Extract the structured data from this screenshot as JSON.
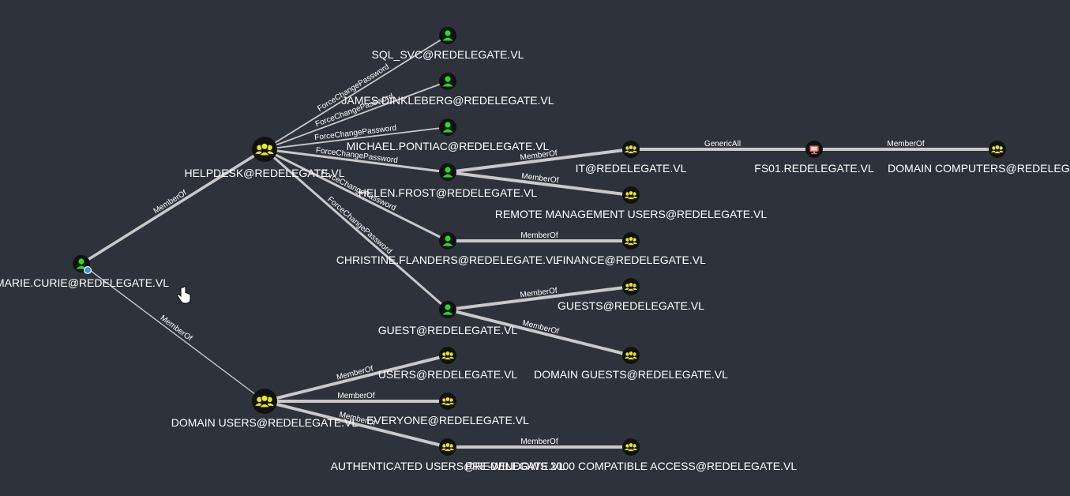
{
  "colors": {
    "background": "#2e333b",
    "user_icon": "#22e01c",
    "group_icon": "#e7ea1a",
    "computer_icon": "#e86e6e",
    "edge": "#c9c9c9",
    "label": "#ffffff",
    "owned_badge": "#3a8fe0"
  },
  "nodes": [
    {
      "id": "marie",
      "type": "user",
      "label": "MARIE.CURIE@REDELEGATE.VL",
      "owned": true,
      "icon": "user-icon"
    },
    {
      "id": "helpdesk",
      "type": "group",
      "label": "HELPDESK@REDELEGATE.VL",
      "icon": "group-icon"
    },
    {
      "id": "domainusers",
      "type": "group",
      "label": "DOMAIN USERS@REDELEGATE.VL",
      "icon": "group-icon"
    },
    {
      "id": "sqlsvc",
      "type": "user",
      "label": "SQL_SVC@REDELEGATE.VL",
      "icon": "user-icon"
    },
    {
      "id": "james",
      "type": "user",
      "label": "JAMES.DINKLEBERG@REDELEGATE.VL",
      "icon": "user-icon"
    },
    {
      "id": "michael",
      "type": "user",
      "label": "MICHAEL.PONTIAC@REDELEGATE.VL",
      "icon": "user-icon"
    },
    {
      "id": "helen",
      "type": "user",
      "label": "HELEN.FROST@REDELEGATE.VL",
      "icon": "user-icon"
    },
    {
      "id": "christine",
      "type": "user",
      "label": "CHRISTINE.FLANDERS@REDELEGATE.VL",
      "icon": "user-icon"
    },
    {
      "id": "guest",
      "type": "user",
      "label": "GUEST@REDELEGATE.VL",
      "icon": "user-icon"
    },
    {
      "id": "users",
      "type": "group",
      "label": "USERS@REDELEGATE.VL",
      "icon": "group-icon"
    },
    {
      "id": "everyone",
      "type": "group",
      "label": "EVERYONE@REDELEGATE.VL",
      "icon": "group-icon"
    },
    {
      "id": "authusers",
      "type": "group",
      "label": "AUTHENTICATED USERS@REDELEGATE.VL",
      "icon": "group-icon"
    },
    {
      "id": "it",
      "type": "group",
      "label": "IT@REDELEGATE.VL",
      "icon": "group-icon"
    },
    {
      "id": "remotemgmt",
      "type": "group",
      "label": "REMOTE MANAGEMENT USERS@REDELEGATE.VL",
      "icon": "group-icon"
    },
    {
      "id": "finance",
      "type": "group",
      "label": "FINANCE@REDELEGATE.VL",
      "icon": "group-icon"
    },
    {
      "id": "guests",
      "type": "group",
      "label": "GUESTS@REDELEGATE.VL",
      "icon": "group-icon"
    },
    {
      "id": "domainguests",
      "type": "group",
      "label": "DOMAIN GUESTS@REDELEGATE.VL",
      "icon": "group-icon"
    },
    {
      "id": "prewin2000",
      "type": "group",
      "label": "PRE-WINDOWS 2000 COMPATIBLE ACCESS@REDELEGATE.VL",
      "icon": "group-icon"
    },
    {
      "id": "fs01",
      "type": "computer",
      "label": "FS01.REDELEGATE.VL",
      "icon": "computer-icon"
    },
    {
      "id": "domaincomputers",
      "type": "group",
      "label": "DOMAIN COMPUTERS@REDELEGATE.VL",
      "icon": "group-icon"
    }
  ],
  "edges": [
    {
      "from": "marie",
      "to": "helpdesk",
      "label": "MemberOf"
    },
    {
      "from": "marie",
      "to": "domainusers",
      "label": "MemberOf"
    },
    {
      "from": "helpdesk",
      "to": "sqlsvc",
      "label": "ForceChangePassword"
    },
    {
      "from": "helpdesk",
      "to": "james",
      "label": "ForceChangePassword"
    },
    {
      "from": "helpdesk",
      "to": "michael",
      "label": "ForceChangePassword"
    },
    {
      "from": "helpdesk",
      "to": "helen",
      "label": "ForceChangePassword"
    },
    {
      "from": "helpdesk",
      "to": "christine",
      "label": "ForceChangePassword"
    },
    {
      "from": "helpdesk",
      "to": "guest",
      "label": "ForceChangePassword"
    },
    {
      "from": "helen",
      "to": "it",
      "label": "MemberOf"
    },
    {
      "from": "helen",
      "to": "remotemgmt",
      "label": "MemberOf"
    },
    {
      "from": "it",
      "to": "fs01",
      "label": "GenericAll"
    },
    {
      "from": "fs01",
      "to": "domaincomputers",
      "label": "MemberOf"
    },
    {
      "from": "christine",
      "to": "finance",
      "label": "MemberOf"
    },
    {
      "from": "guest",
      "to": "guests",
      "label": "MemberOf"
    },
    {
      "from": "guest",
      "to": "domainguests",
      "label": "MemberOf"
    },
    {
      "from": "domainusers",
      "to": "users",
      "label": "MemberOf"
    },
    {
      "from": "domainusers",
      "to": "everyone",
      "label": "MemberOf"
    },
    {
      "from": "domainusers",
      "to": "authusers",
      "label": "MemberOf"
    },
    {
      "from": "authusers",
      "to": "prewin2000",
      "label": "MemberOf"
    }
  ]
}
